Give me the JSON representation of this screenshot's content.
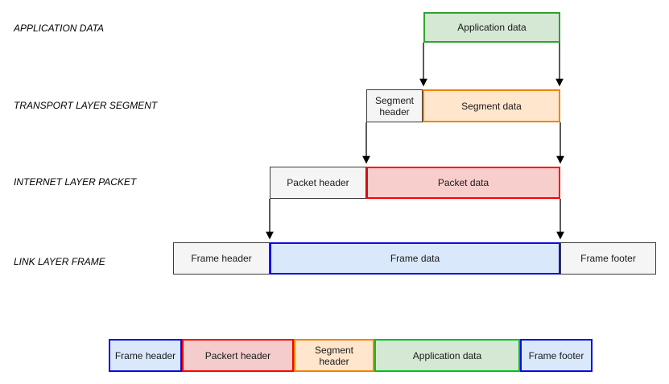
{
  "layers": {
    "application": {
      "caption": "APPLICATION DATA",
      "data_box": "Application data"
    },
    "transport": {
      "caption": "TRANSPORT LAYER SEGMENT",
      "header_box": "Segment header",
      "data_box": "Segment data"
    },
    "internet": {
      "caption": "INTERNET LAYER PACKET",
      "header_box": "Packet header",
      "data_box": "Packet data"
    },
    "link": {
      "caption": "LINK LAYER FRAME",
      "header_box": "Frame header",
      "data_box": "Frame data",
      "footer_box": "Frame footer"
    }
  },
  "assembled_frame": {
    "cells": [
      {
        "label": "Frame header",
        "color": "#dae8fc"
      },
      {
        "label": "Packert header",
        "color": "#f4cccc"
      },
      {
        "label": "Segment header",
        "color": "#ffe6cc"
      },
      {
        "label": "Application data",
        "color": "#d5e8d4"
      },
      {
        "label": "Frame footer",
        "color": "#dae8fc"
      }
    ]
  },
  "palette": {
    "green_fill": "#d5e8d4",
    "green_border": "#2fa32f",
    "bright_green_border": "#00c01c",
    "orange_fill": "#ffe6cc",
    "orange_border": "#ef8302",
    "red_fill": "#f8cecc",
    "red_border": "#fd0002",
    "blue_fill": "#dae8fc",
    "blue_border": "#0a0ae6",
    "gray_fill": "#f5f5f5",
    "gray_border": "#3b3b3b",
    "arrow_color": "#000000"
  }
}
